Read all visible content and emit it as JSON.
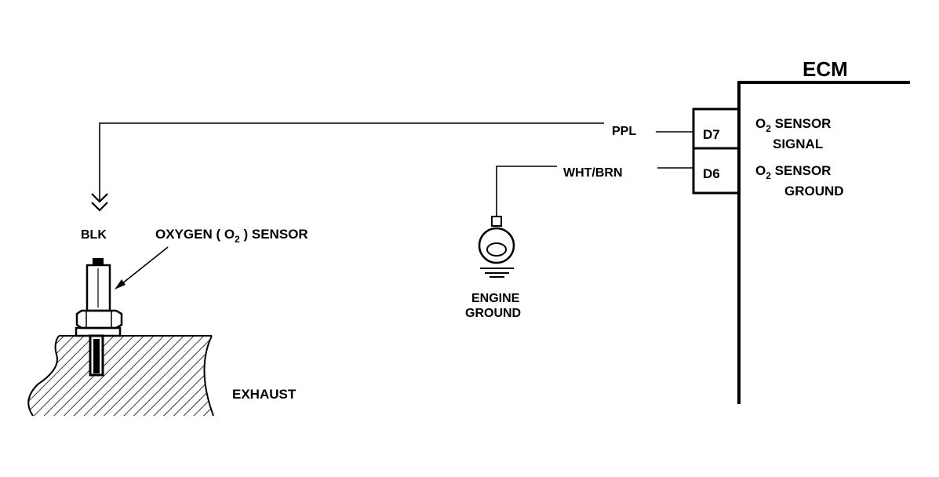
{
  "ecm": {
    "title": "ECM"
  },
  "pins": {
    "d7": {
      "label": "D7",
      "wire": "PPL",
      "desc_line1_main": "O",
      "desc_line1_sub": "2",
      "desc_line1_rest": " SENSOR",
      "desc_line2": "SIGNAL"
    },
    "d6": {
      "label": "D6",
      "wire": "WHT/BRN",
      "desc_line1_main": "O",
      "desc_line1_sub": "2",
      "desc_line1_rest": " SENSOR",
      "desc_line2": "GROUND"
    }
  },
  "sensor": {
    "wire_color": "BLK",
    "label_pre": "OXYGEN ( O",
    "label_sub": "2",
    "label_post": " ) SENSOR"
  },
  "ground": {
    "line1": "ENGINE",
    "line2": "GROUND"
  },
  "exhaust": {
    "label": "EXHAUST"
  }
}
